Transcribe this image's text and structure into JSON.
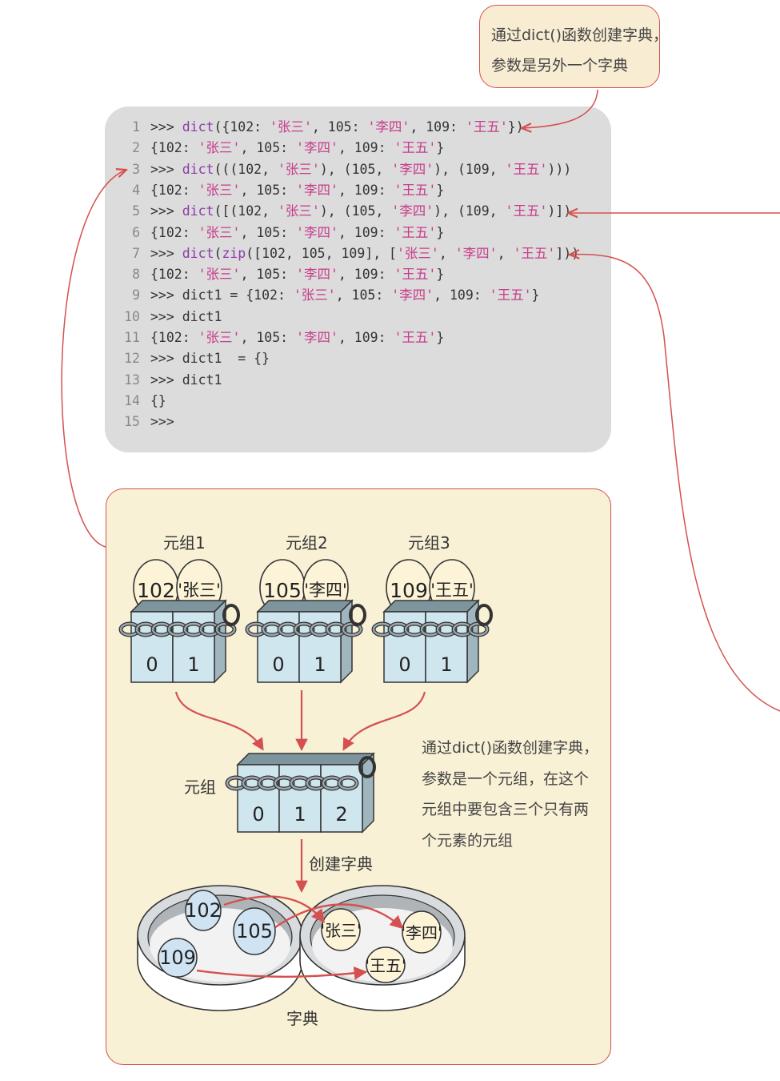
{
  "top_callout": {
    "lines": [
      "通过dict()函数创建字典，",
      "参数是另外一个字典"
    ]
  },
  "code": {
    "colors": {
      "keyword": "#8e3ba6",
      "string": "#c83c8c",
      "number": "#333333",
      "plain": "#333333"
    },
    "lines": [
      {
        "n": "1",
        "tokens": [
          [
            ">>> ",
            "p"
          ],
          [
            "dict",
            "k"
          ],
          [
            "({102: ",
            "p"
          ],
          [
            "'张三'",
            "s"
          ],
          [
            ", 105: ",
            "p"
          ],
          [
            "'李四'",
            "s"
          ],
          [
            ", 109: ",
            "p"
          ],
          [
            "'王五'",
            "s"
          ],
          [
            "})",
            "p"
          ]
        ]
      },
      {
        "n": "2",
        "tokens": [
          [
            "{102: ",
            "p"
          ],
          [
            "'张三'",
            "s"
          ],
          [
            ", 105: ",
            "p"
          ],
          [
            "'李四'",
            "s"
          ],
          [
            ", 109: ",
            "p"
          ],
          [
            "'王五'",
            "s"
          ],
          [
            "}",
            "p"
          ]
        ]
      },
      {
        "n": "3",
        "tokens": [
          [
            ">>> ",
            "p"
          ],
          [
            "dict",
            "k"
          ],
          [
            "(((102, ",
            "p"
          ],
          [
            "'张三'",
            "s"
          ],
          [
            "), (105, ",
            "p"
          ],
          [
            "'李四'",
            "s"
          ],
          [
            "), (109, ",
            "p"
          ],
          [
            "'王五'",
            "s"
          ],
          [
            ")))",
            "p"
          ]
        ]
      },
      {
        "n": "4",
        "tokens": [
          [
            "{102: ",
            "p"
          ],
          [
            "'张三'",
            "s"
          ],
          [
            ", 105: ",
            "p"
          ],
          [
            "'李四'",
            "s"
          ],
          [
            ", 109: ",
            "p"
          ],
          [
            "'王五'",
            "s"
          ],
          [
            "}",
            "p"
          ]
        ]
      },
      {
        "n": "5",
        "tokens": [
          [
            ">>> ",
            "p"
          ],
          [
            "dict",
            "k"
          ],
          [
            "([(102, ",
            "p"
          ],
          [
            "'张三'",
            "s"
          ],
          [
            "), (105, ",
            "p"
          ],
          [
            "'李四'",
            "s"
          ],
          [
            "), (109, ",
            "p"
          ],
          [
            "'王五'",
            "s"
          ],
          [
            ")])",
            "p"
          ]
        ]
      },
      {
        "n": "6",
        "tokens": [
          [
            "{102: ",
            "p"
          ],
          [
            "'张三'",
            "s"
          ],
          [
            ", 105: ",
            "p"
          ],
          [
            "'李四'",
            "s"
          ],
          [
            ", 109: ",
            "p"
          ],
          [
            "'王五'",
            "s"
          ],
          [
            "}",
            "p"
          ]
        ]
      },
      {
        "n": "7",
        "tokens": [
          [
            ">>> ",
            "p"
          ],
          [
            "dict",
            "k"
          ],
          [
            "(",
            "p"
          ],
          [
            "zip",
            "k"
          ],
          [
            "([102, 105, 109], [",
            "p"
          ],
          [
            "'张三'",
            "s"
          ],
          [
            ", ",
            "p"
          ],
          [
            "'李四'",
            "s"
          ],
          [
            ", ",
            "p"
          ],
          [
            "'王五'",
            "s"
          ],
          [
            "]))",
            "p"
          ]
        ]
      },
      {
        "n": "8",
        "tokens": [
          [
            "{102: ",
            "p"
          ],
          [
            "'张三'",
            "s"
          ],
          [
            ", 105: ",
            "p"
          ],
          [
            "'李四'",
            "s"
          ],
          [
            ", 109: ",
            "p"
          ],
          [
            "'王五'",
            "s"
          ],
          [
            "}",
            "p"
          ]
        ]
      },
      {
        "n": "9",
        "tokens": [
          [
            ">>> dict1 = {102: ",
            "p"
          ],
          [
            "'张三'",
            "s"
          ],
          [
            ", 105: ",
            "p"
          ],
          [
            "'李四'",
            "s"
          ],
          [
            ", 109: ",
            "p"
          ],
          [
            "'王五'",
            "s"
          ],
          [
            "}",
            "p"
          ]
        ]
      },
      {
        "n": "10",
        "tokens": [
          [
            ">>> dict1",
            "p"
          ]
        ]
      },
      {
        "n": "11",
        "tokens": [
          [
            "{102: ",
            "p"
          ],
          [
            "'张三'",
            "s"
          ],
          [
            ", 105: ",
            "p"
          ],
          [
            "'李四'",
            "s"
          ],
          [
            ", 109: ",
            "p"
          ],
          [
            "'王五'",
            "s"
          ],
          [
            "}",
            "p"
          ]
        ]
      },
      {
        "n": "12",
        "tokens": [
          [
            ">>> dict1  = {}",
            "p"
          ]
        ]
      },
      {
        "n": "13",
        "tokens": [
          [
            ">>> dict1",
            "p"
          ]
        ]
      },
      {
        "n": "14",
        "tokens": [
          [
            "{}",
            "p"
          ]
        ]
      },
      {
        "n": "15",
        "tokens": [
          [
            ">>>",
            "p"
          ]
        ]
      }
    ]
  },
  "diagram": {
    "tuple_labels": [
      "元组1",
      "元组2",
      "元组3"
    ],
    "tuples": [
      {
        "key": "102",
        "value": "'张三'",
        "indices": [
          "0",
          "1"
        ]
      },
      {
        "key": "105",
        "value": "'李四'",
        "indices": [
          "0",
          "1"
        ]
      },
      {
        "key": "109",
        "value": "'王五'",
        "indices": [
          "0",
          "1"
        ]
      }
    ],
    "outer_tuple_label": "元组",
    "outer_tuple_indices": [
      "0",
      "1",
      "2"
    ],
    "create_dict_label": "创建字典",
    "dict_label": "字典",
    "dict_keys": [
      "102",
      "105",
      "109"
    ],
    "dict_values": [
      "'张三'",
      "'李四'",
      "'王五'"
    ],
    "note_lines": [
      "通过dict()函数创建字典，",
      "参数是一个元组，在这个",
      "元组中要包含三个只有两",
      "个元素的元组"
    ]
  },
  "colors": {
    "accent_red": "#d55050",
    "panel_cream": "#f8f1d6",
    "callout_cream": "#f8edd2",
    "code_bg": "#dcdcdc",
    "box_blue": "#cfe6ee",
    "egg_cream": "#fdf4d8",
    "ball_blue": "#cfe3f2"
  }
}
